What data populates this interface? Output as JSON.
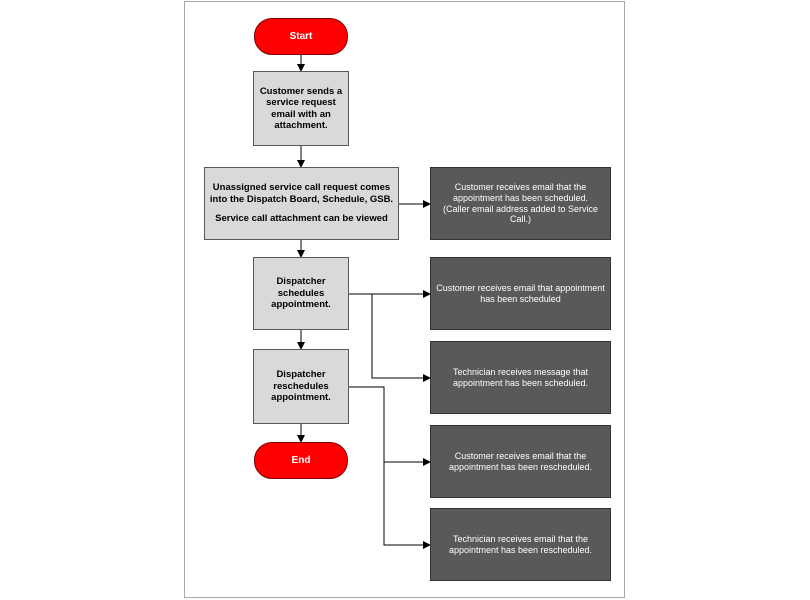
{
  "flowchart": {
    "start": "Start",
    "end": "End",
    "steps": {
      "customer_sends": "Customer sends a service request email with an attachment.",
      "unassigned_line1": "Unassigned service call request comes into the Dispatch Board, Schedule, GSB.",
      "unassigned_line2": "Service call attachment can be viewed",
      "dispatcher_schedules": "Dispatcher schedules appointment.",
      "dispatcher_reschedules": "Dispatcher reschedules appointment."
    },
    "outcomes": {
      "customer_email_caller_line1": "Customer receives email that the appointment has been scheduled.",
      "customer_email_caller_line2": "(Caller email address added to Service Call.)",
      "customer_email_scheduled": "Customer receives email that appointment has been scheduled",
      "technician_message_scheduled": "Technician receives message that appointment has been scheduled.",
      "customer_email_rescheduled": "Customer receives email that the appointment has been rescheduled.",
      "technician_email_rescheduled": "Technician receives email that the appointment has been rescheduled."
    }
  }
}
